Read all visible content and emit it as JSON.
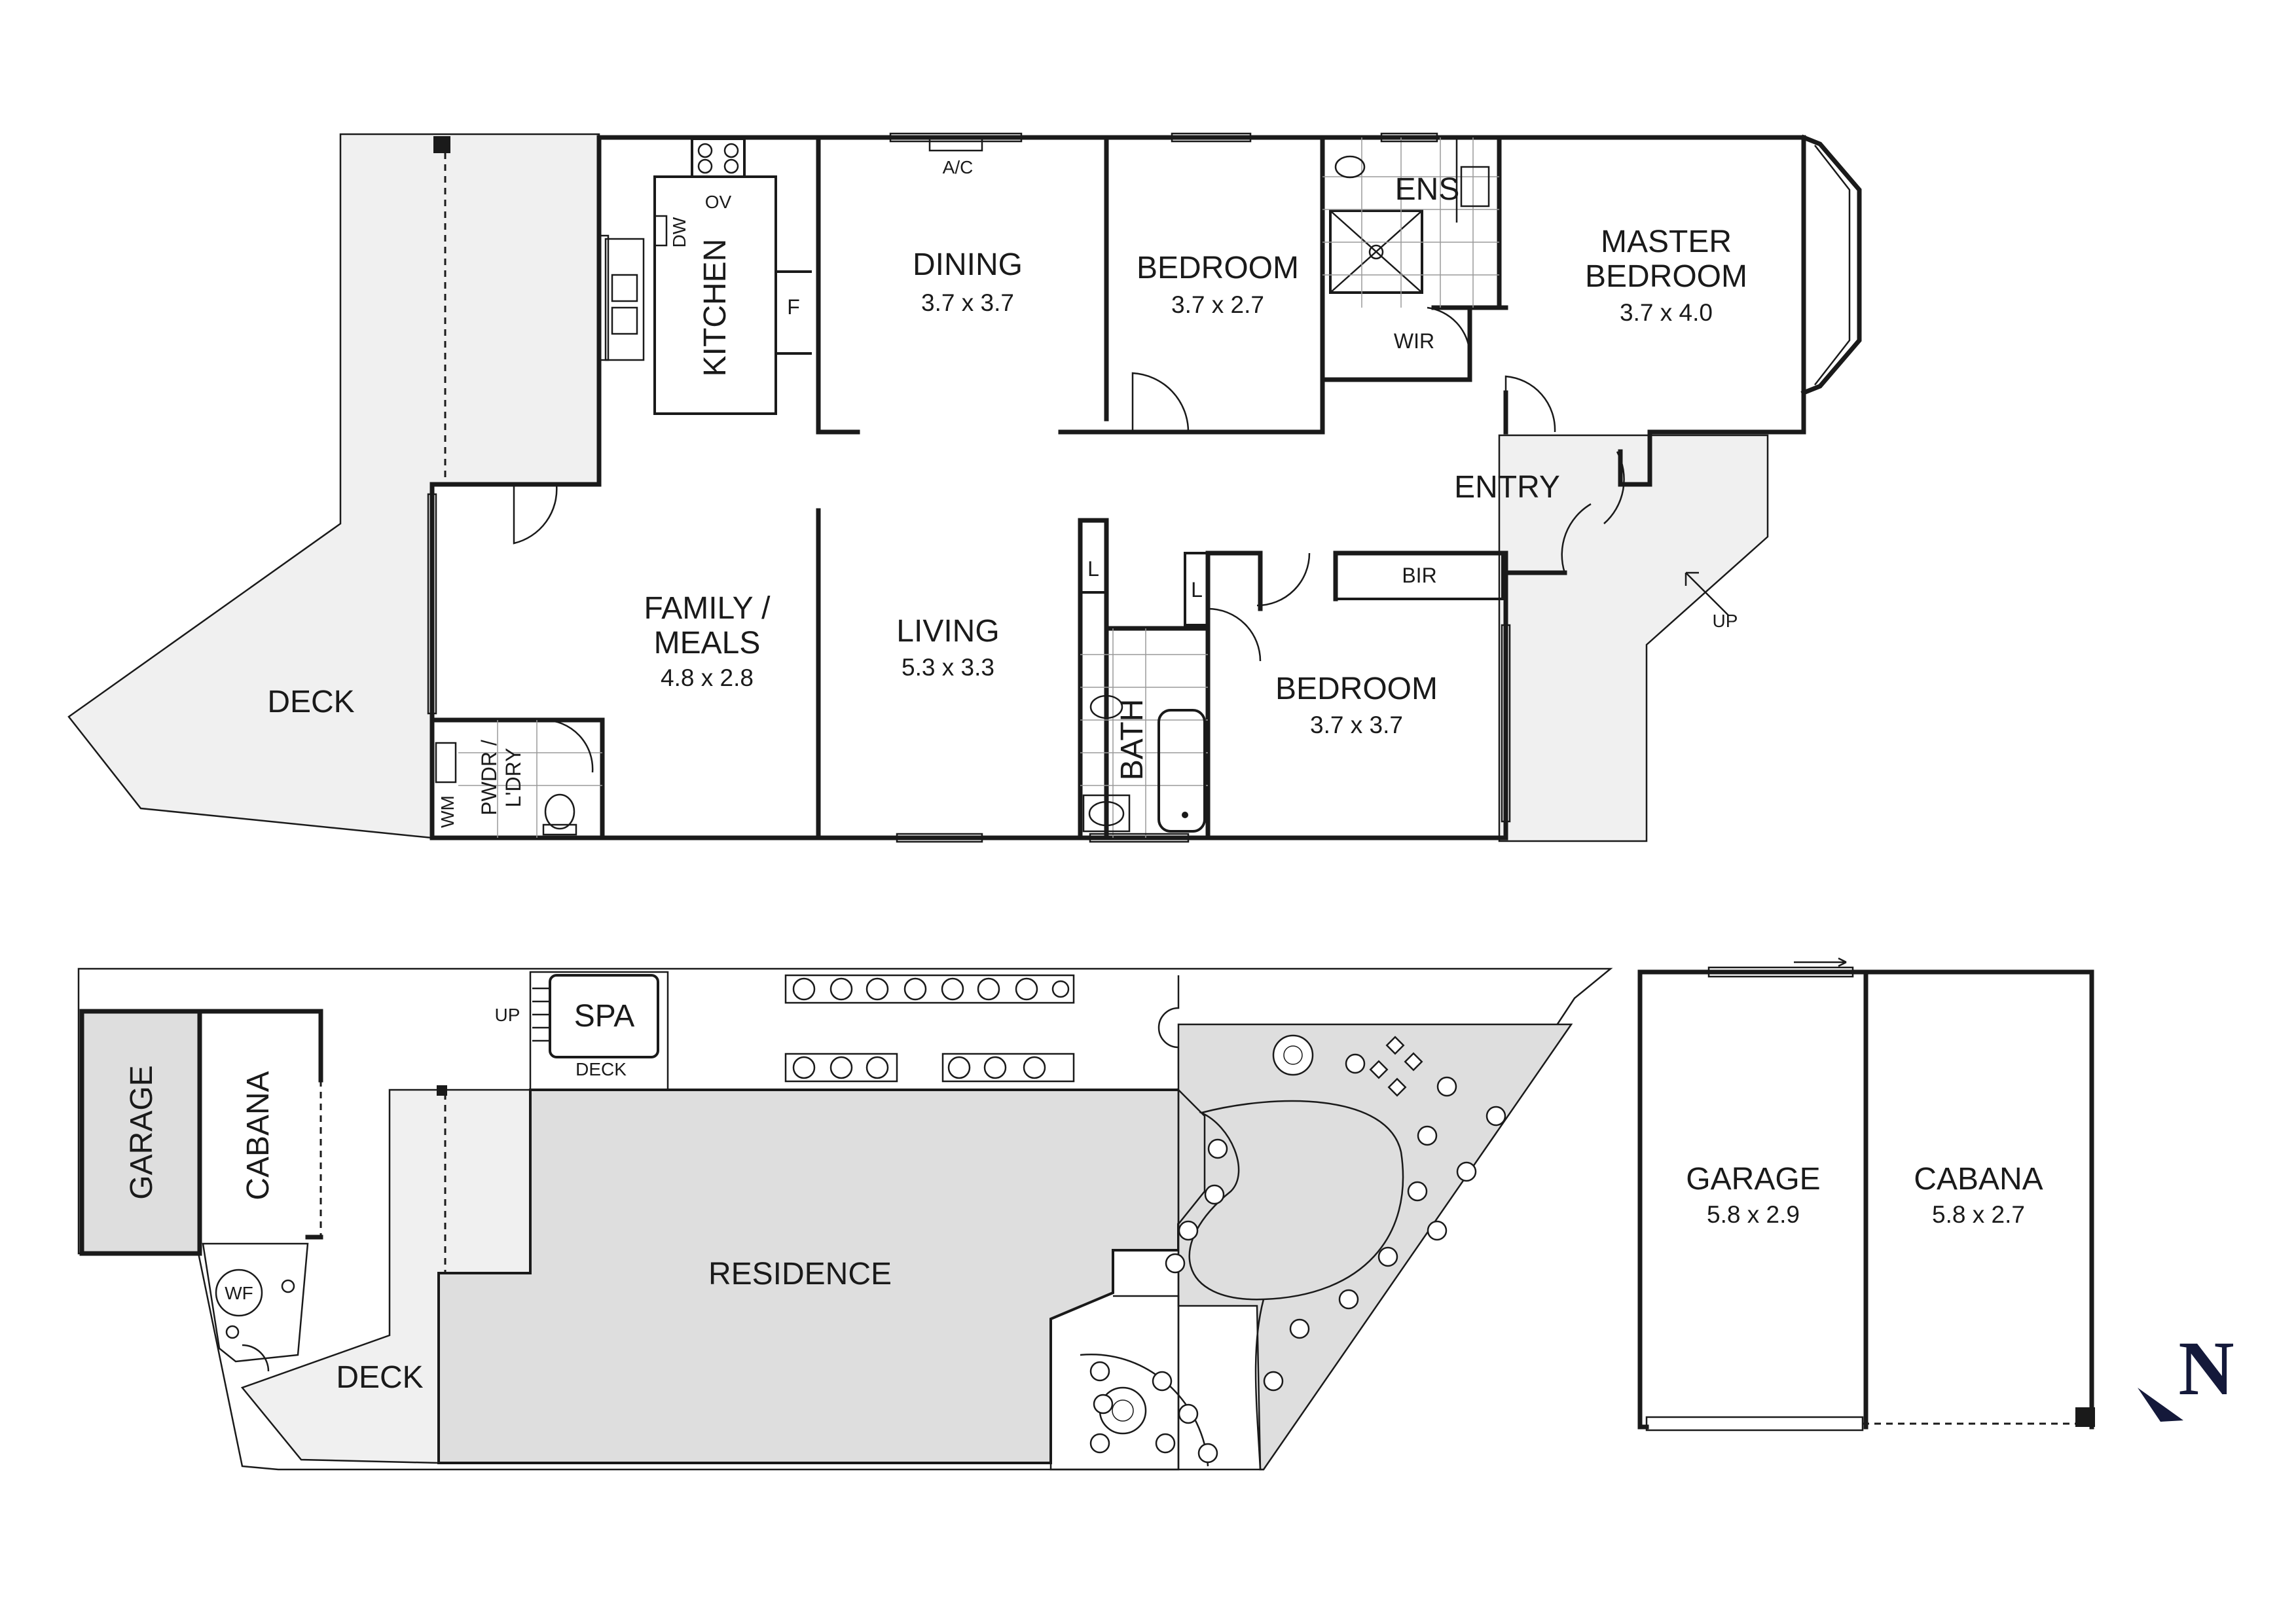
{
  "ground_floor": {
    "rooms": [
      {
        "name": "KITCHEN"
      },
      {
        "name": "DINING",
        "size": "3.7 x 3.7"
      },
      {
        "name": "BEDROOM",
        "size": "3.7 x 2.7"
      },
      {
        "name": "ENS"
      },
      {
        "name": "WIR"
      },
      {
        "name": "MASTER BEDROOM",
        "line1": "MASTER",
        "line2": "BEDROOM",
        "size": "3.7 x 4.0"
      },
      {
        "name": "ENTRY"
      },
      {
        "name": "FAMILY / MEALS",
        "line1": "FAMILY /",
        "line2": "MEALS",
        "size": "4.8 x 2.8"
      },
      {
        "name": "LIVING",
        "size": "5.3 x 3.3"
      },
      {
        "name": "BATH"
      },
      {
        "name": "BEDROOM",
        "size": "3.7 x 3.7"
      },
      {
        "name": "PWDR / L'DRY",
        "line1": "PWDR /",
        "line2": "L'DRY"
      },
      {
        "name": "DECK"
      }
    ],
    "fixtures": {
      "ac": "A/C",
      "oven": "OV",
      "dishwasher": "DW",
      "fridge": "F",
      "linen_1": "L",
      "linen_2": "L",
      "built_in_robe": "BIR",
      "washing_machine": "WM",
      "stairs": "UP"
    }
  },
  "site_plan": {
    "labels": {
      "garage": "GARAGE",
      "cabana": "CABANA",
      "spa": "SPA",
      "spa_deck": "DECK",
      "up": "UP",
      "residence": "RESIDENCE",
      "deck": "DECK",
      "wood_fire": "WF"
    }
  },
  "outbuildings": [
    {
      "name": "GARAGE",
      "size": "5.8 x 2.9"
    },
    {
      "name": "CABANA",
      "size": "5.8 x 2.7"
    }
  ],
  "compass": {
    "label": "N"
  },
  "colors": {
    "walls": "#1a1a1a",
    "shading": "#dedede",
    "deck": "#f0f0f0",
    "compass": "#14193a"
  }
}
